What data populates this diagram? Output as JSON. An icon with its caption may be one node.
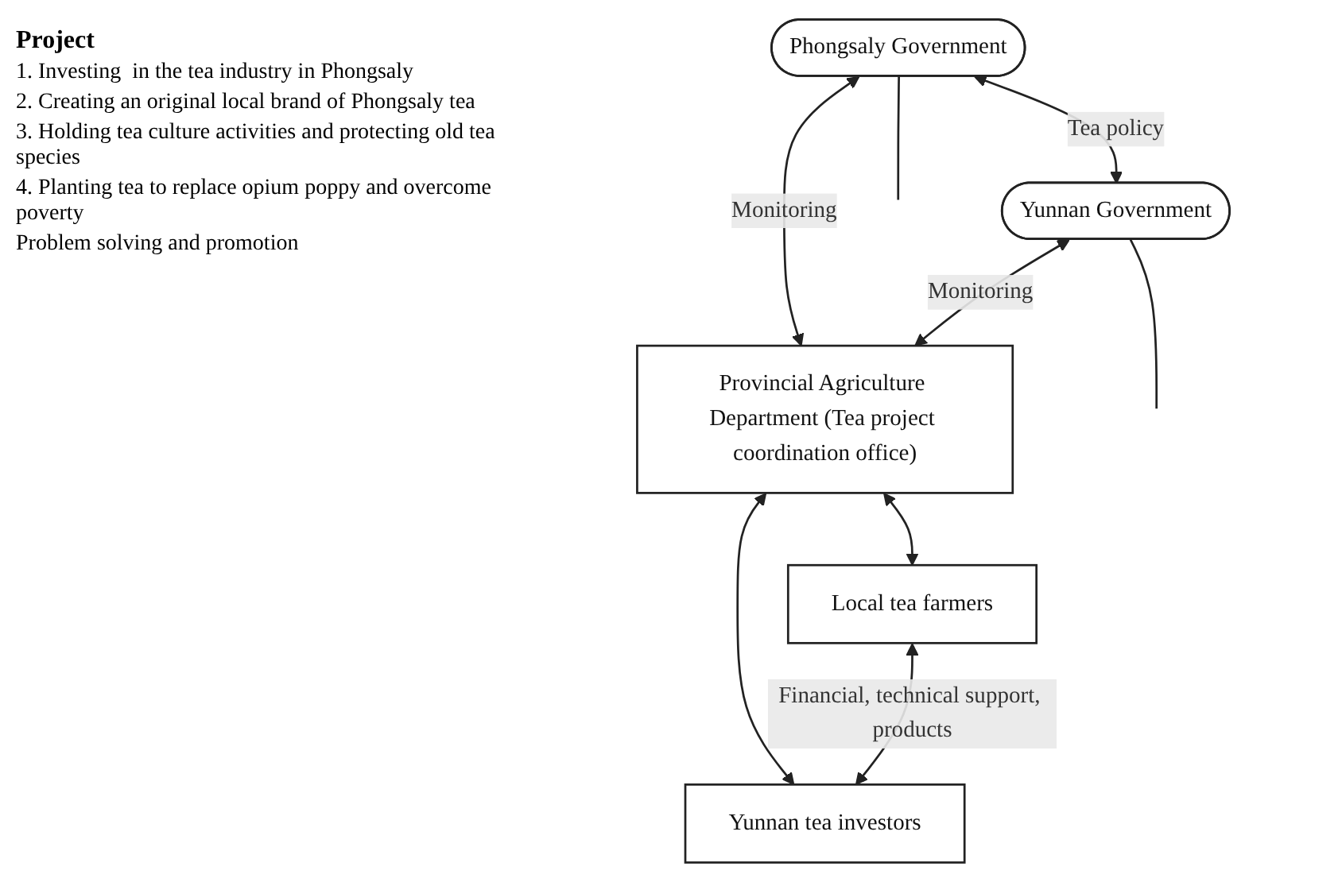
{
  "diagram": {
    "nodes": [
      {
        "text": [
          "Phongsaly Government"
        ]
      },
      {
        "text": [
          "Yunnan Government"
        ]
      },
      {
        "text": [
          "Provincial Agriculture Department (Tea project coordination office)"
        ]
      },
      {
        "text": [
          "Local tea farmers"
        ]
      },
      {
        "text": [
          "Yunnan tea investors"
        ]
      }
    ],
    "edges": [
      {
        "from": 0,
        "to": 1,
        "label": "Tea policy",
        "arrow": "both"
      },
      {
        "from": 0,
        "to": 2,
        "label": "Monitoring",
        "arrow": "both"
      },
      {
        "from": 1,
        "to": 2,
        "label": "Monitoring",
        "arrow": "both"
      },
      {
        "from": 2,
        "to": 3,
        "arrow": "both"
      },
      {
        "from": 2,
        "to": 4,
        "arrow": "both"
      },
      {
        "from": 3,
        "to": 4,
        "label": "Financial, technical support, products",
        "arrow": "both"
      },
      {
        "from": 0,
        "to": null,
        "arrow": "none"
      },
      {
        "from": 1,
        "to": null,
        "arrow": "none"
      }
    ],
    "labels": [
      "Project",
      "1. Investing  in the tea industry in Phongsaly",
      "2. Creating an original local brand of Phongsaly tea",
      "3. Holding tea culture activities and protecting old tea species",
      "4. Planting tea to replace opium poppy and overcome poverty",
      "Problem solving and promotion"
    ]
  }
}
